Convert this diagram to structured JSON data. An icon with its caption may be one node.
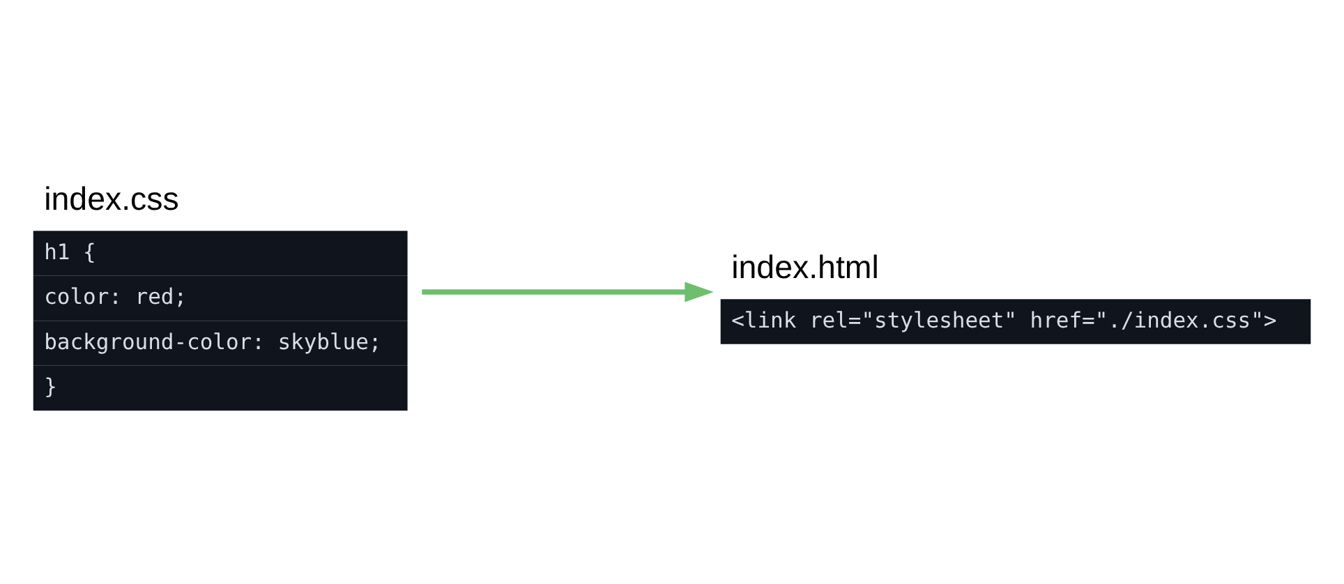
{
  "diagram": {
    "nodes": [
      {
        "text": [
          "index.html",
          "<link rel=\"stylesheet\" href=\"./index.css\">"
        ]
      },
      {
        "text": [
          "index.css",
          "h1 {",
          "color: red;",
          "background-color: skyblue;",
          "}"
        ]
      }
    ],
    "edges": [
      {
        "from": 1,
        "to": 0,
        "arrow": "to",
        "color": "#6dbf6e"
      }
    ]
  }
}
